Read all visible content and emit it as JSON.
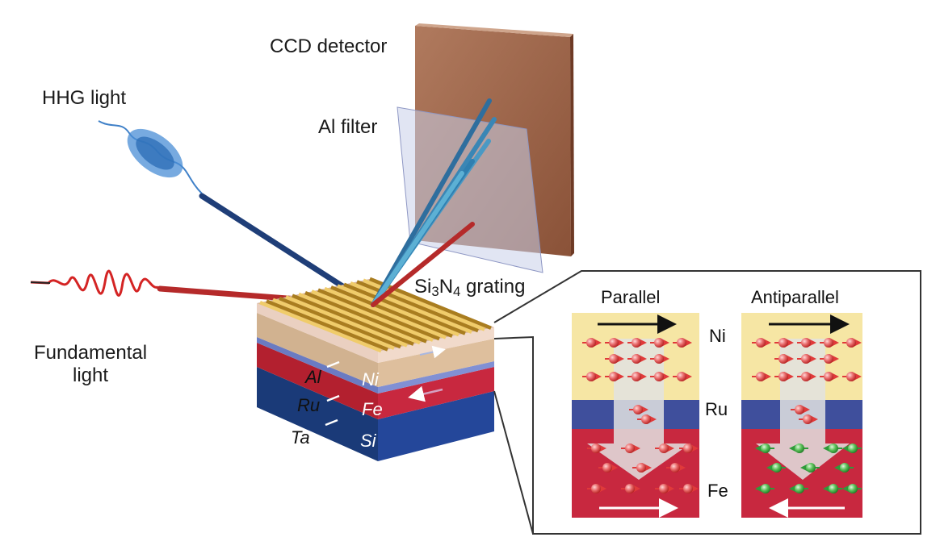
{
  "labels": {
    "ccd_detector": "CCD detector",
    "hhg_light": "HHG light",
    "al_filter": "Al filter",
    "grating_si": "Si",
    "grating_sub3": "3",
    "grating_n": "N",
    "grating_sub4": "4",
    "grating_rest": " grating",
    "fundamental_line1": "Fundamental",
    "fundamental_line2": "light"
  },
  "stack_layers": {
    "al": "Al",
    "ru": "Ru",
    "ta": "Ta",
    "ni": "Ni",
    "fe": "Fe",
    "si": "Si"
  },
  "inset": {
    "parallel": "Parallel",
    "antiparallel": "Antiparallel",
    "ni": "Ni",
    "ru": "Ru",
    "fe": "Fe"
  },
  "colors": {
    "ni_layer": "#f6e6a4",
    "ru_layer": "#3f4f9c",
    "fe_layer": "#c8283f",
    "hhg_beam": "#1f3e78",
    "fundamental_beam": "#b52a2a",
    "ccd": "#9c6248",
    "spin_majority": "#e03a3a",
    "spin_minority": "#2f9a3a"
  }
}
